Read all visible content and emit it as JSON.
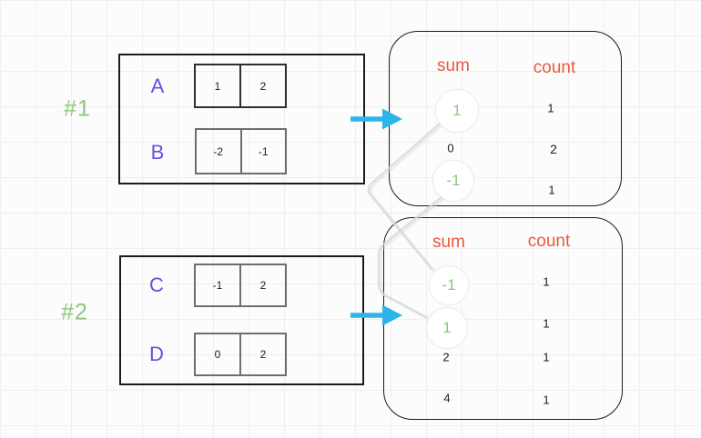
{
  "groups": [
    {
      "tag": "#1",
      "rows": [
        {
          "name": "A",
          "cells": [
            "1",
            "2"
          ]
        },
        {
          "name": "B",
          "cells": [
            "-2",
            "-1"
          ]
        }
      ]
    },
    {
      "tag": "#2",
      "rows": [
        {
          "name": "C",
          "cells": [
            "-1",
            "2"
          ]
        },
        {
          "name": "D",
          "cells": [
            "0",
            "2"
          ]
        }
      ]
    }
  ],
  "results": [
    {
      "sum_header": "sum",
      "count_header": "count",
      "rows": [
        {
          "sum": "1",
          "count": "1",
          "highlighted": true
        },
        {
          "sum": "0",
          "count": "2",
          "highlighted": false
        },
        {
          "sum": "-1",
          "count": "1",
          "highlighted": true
        }
      ]
    },
    {
      "sum_header": "sum",
      "count_header": "count",
      "rows": [
        {
          "sum": "-1",
          "count": "1",
          "highlighted": true
        },
        {
          "sum": "1",
          "count": "1",
          "highlighted": true
        },
        {
          "sum": "2",
          "count": "1",
          "highlighted": false
        },
        {
          "sum": "4",
          "count": "1",
          "highlighted": false
        }
      ]
    }
  ],
  "connections": [
    {
      "from": "#1 sum 1",
      "to": "#2 sum -1"
    },
    {
      "from": "#1 sum -1",
      "to": "#2 sum 1"
    }
  ],
  "arrows": [
    {
      "from": "#1",
      "to": "result-1",
      "direction": "right"
    },
    {
      "from": "#2",
      "to": "result-2",
      "direction": "right"
    }
  ],
  "colors": {
    "purple": "#6c4be0",
    "green": "#8cc87d",
    "orange": "#e8593f",
    "cyan": "#2eb4e8",
    "connector": "#d8d8d8",
    "ink": "#1c1c1c"
  }
}
